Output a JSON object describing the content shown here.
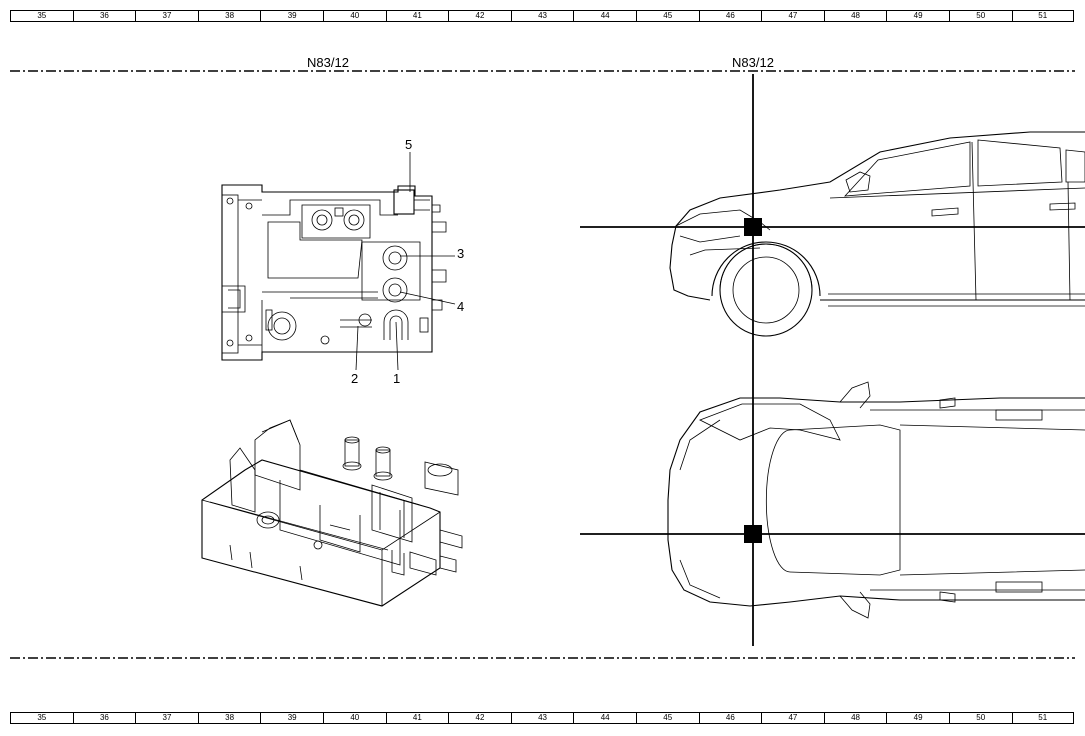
{
  "ruler_numbers": [
    "35",
    "36",
    "37",
    "38",
    "39",
    "40",
    "41",
    "42",
    "43",
    "44",
    "45",
    "46",
    "47",
    "48",
    "49",
    "50",
    "51"
  ],
  "labels": {
    "component_left": "N83/12",
    "component_right": "N83/12",
    "callout_1": "1",
    "callout_2": "2",
    "callout_3": "3",
    "callout_4": "4",
    "callout_5": "5"
  }
}
